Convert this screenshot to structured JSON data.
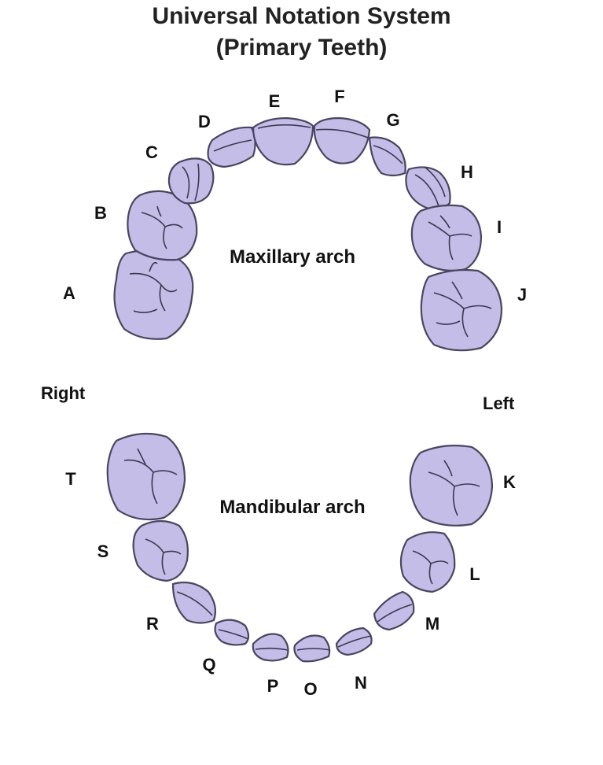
{
  "title": {
    "line1": "Universal Notation System",
    "line2": "(Primary Teeth)"
  },
  "arches": {
    "maxillary": "Maxillary arch",
    "mandibular": "Mandibular arch"
  },
  "sides": {
    "right": "Right",
    "left": "Left"
  },
  "teeth": {
    "A": "A",
    "B": "B",
    "C": "C",
    "D": "D",
    "E": "E",
    "F": "F",
    "G": "G",
    "H": "H",
    "I": "I",
    "J": "J",
    "K": "K",
    "L": "L",
    "M": "M",
    "N": "N",
    "O": "O",
    "P": "P",
    "Q": "Q",
    "R": "R",
    "S": "S",
    "T": "T"
  },
  "colors": {
    "tooth_fill": "#c3bde8",
    "outline": "#4a4560",
    "background": "#ffffff"
  }
}
